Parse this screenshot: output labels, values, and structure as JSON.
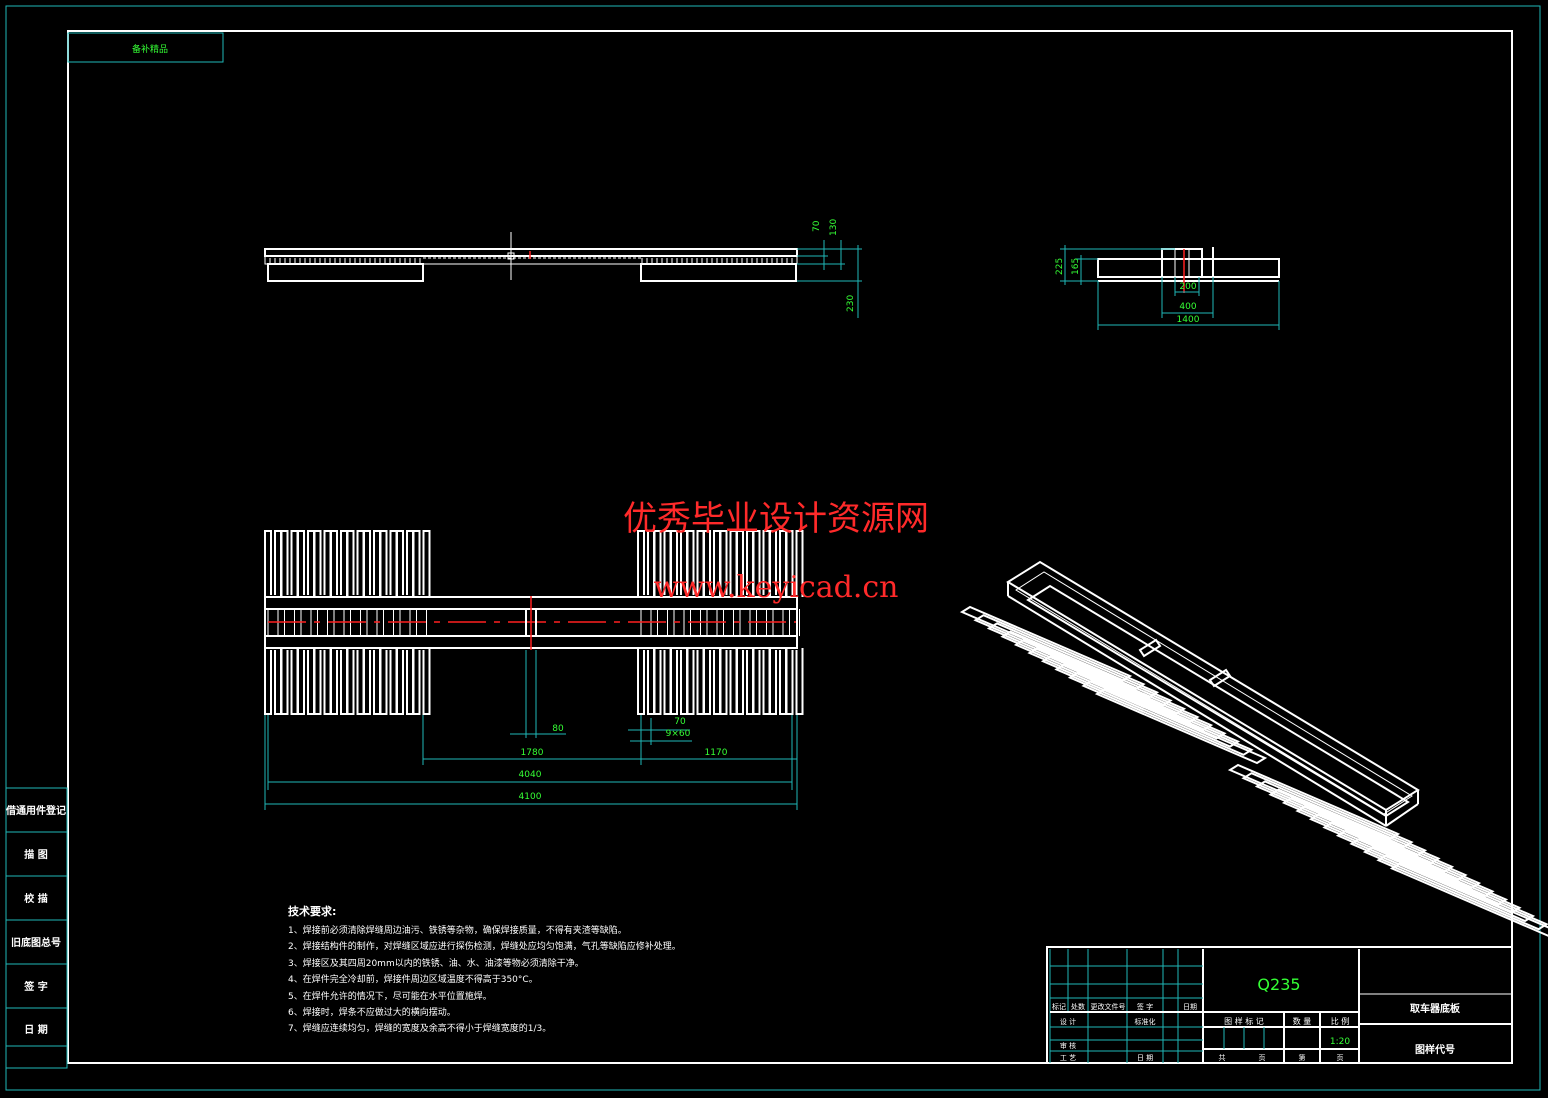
{
  "drawing": {
    "corner_label": "备补精品",
    "watermark_cn": "优秀毕业设计资源网",
    "watermark_url": "www.keyicad.cn"
  },
  "side_labels": [
    "借通用件登记",
    "描 图",
    "校 描",
    "旧底图总号",
    "签 字",
    "日 期"
  ],
  "front_view_dims": [
    "70",
    "130",
    "230"
  ],
  "side_view_dims": [
    "225",
    "165",
    "200",
    "400",
    "1400"
  ],
  "plan_view_dims": [
    "80",
    "70",
    "9×60",
    "1780",
    "1170",
    "4040",
    "4100"
  ],
  "tech_requirements": {
    "heading": "技术要求:",
    "items": [
      "1、焊接前必须清除焊缝周边油污、铁锈等杂物，确保焊接质量，不得有夹渣等缺陷。",
      "2、焊接结构件的制作，对焊缝区域应进行探伤检测，焊缝处应均匀饱满，气孔等缺陷应修补处理。",
      "3、焊接区及其四周20mm以内的铁锈、油、水、油漆等物必须清除干净。",
      "4、在焊件完全冷却前，焊接件周边区域温度不得高于350°C。",
      "5、在焊件允许的情况下，尽可能在水平位置施焊。",
      "6、焊接时，焊条不应做过大的横向摆动。",
      "7、焊缝应连续均匀，焊缝的宽度及余高不得小于焊缝宽度的1/3。"
    ]
  },
  "title_block": {
    "material": "Q235",
    "part_name": "取车器底板",
    "drawing_code_label": "图样代号",
    "scale": "1:20",
    "row_labels": [
      "标记",
      "处数",
      "更改文件号",
      "签 字",
      "日期"
    ],
    "design": "设 计",
    "standard": "标准化",
    "check": "审 核",
    "process": "工 艺",
    "date": "日 期",
    "stage_label": "图 样 标 记",
    "weight_label": "数 量",
    "ratio_label": "比 例",
    "sheet_total": "共",
    "sheet_label": "页",
    "sheet_no": "第",
    "sheet_label2": "页"
  }
}
